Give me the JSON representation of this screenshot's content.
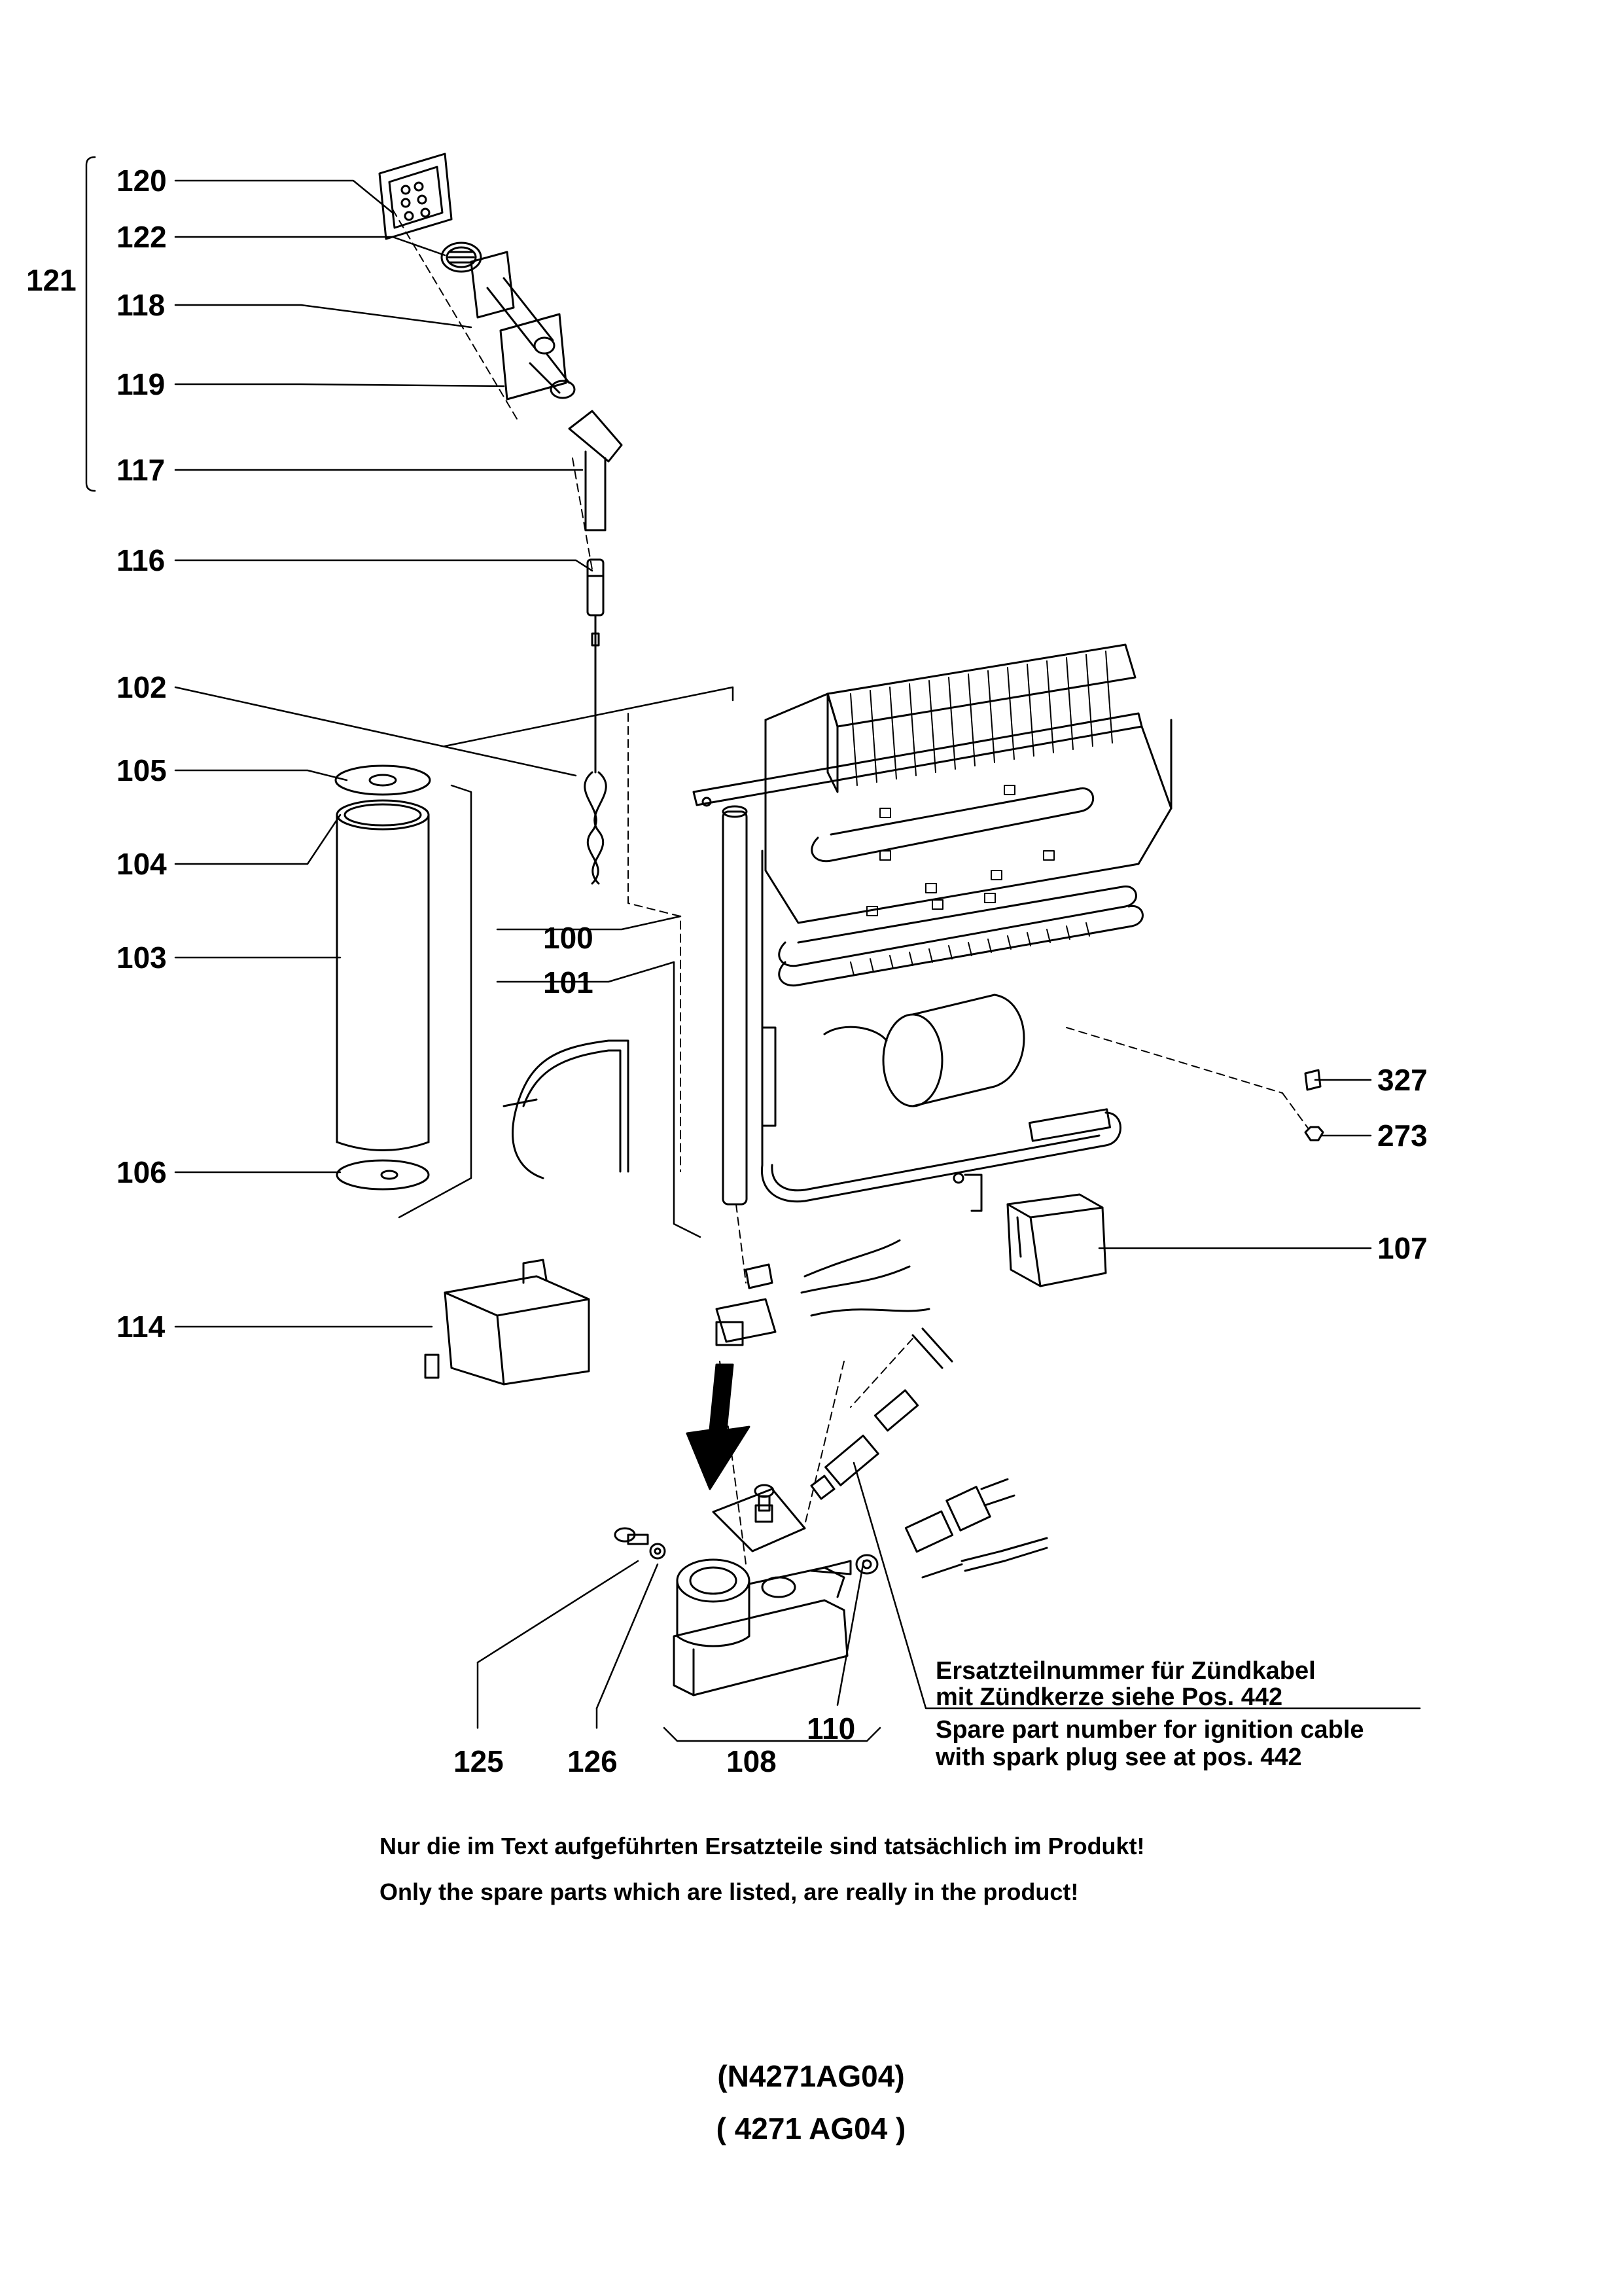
{
  "labels": {
    "p120": "120",
    "p122": "122",
    "p121": "121",
    "p118": "118",
    "p119": "119",
    "p117": "117",
    "p116": "116",
    "p102": "102",
    "p105": "105",
    "p104": "104",
    "p103": "103",
    "p100": "100",
    "p101": "101",
    "p106": "106",
    "p114": "114",
    "p327": "327",
    "p273": "273",
    "p107": "107",
    "p110": "110",
    "p125": "125",
    "p126": "126",
    "p108": "108"
  },
  "note_de_1": "Ersatzteilnummer  für  Zündkabel",
  "note_de_2": "mit  Zündkerze  siehe  Pos.  442",
  "note_en_1": "Spare  part  number  for  ignition  cable",
  "note_en_2": "with  spark  plug  see  at  pos.  442",
  "warning_de": "Nur die im Text aufgeführten Ersatzteile sind tatsächlich im Produkt!",
  "warning_en": "Only the spare parts which are listed, are really in the product!",
  "code_1": "(N4271AG04)",
  "code_2": "( 4271  AG04 )"
}
